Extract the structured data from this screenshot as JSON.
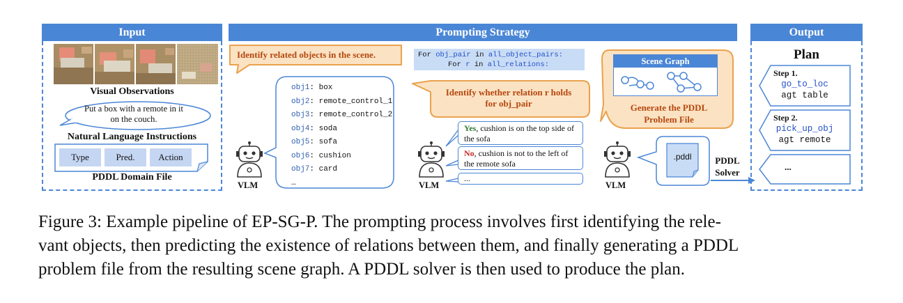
{
  "input": {
    "header": "Input",
    "visual_label": "Visual Observations",
    "instruction": "Put a box with a remote in it on the couch.",
    "nl_label": "Natural Language Instructions",
    "domain_cells": [
      "Type",
      "Pred.",
      "Action"
    ],
    "domain_label": "PDDL Domain File"
  },
  "strategy": {
    "header": "Prompting Strategy",
    "prompt1": "Identify related objects in the scene.",
    "objects": [
      {
        "key": "obj1",
        "value": "box"
      },
      {
        "key": "obj2",
        "value": "remote_control_1"
      },
      {
        "key": "obj3",
        "value": "remote_control_2"
      },
      {
        "key": "obj4",
        "value": "soda"
      },
      {
        "key": "obj5",
        "value": "sofa"
      },
      {
        "key": "obj6",
        "value": "cushion"
      },
      {
        "key": "obj7",
        "value": "card"
      }
    ],
    "objects_more": "…",
    "code_line1_pre": "For ",
    "code_line1_var": "obj_pair",
    "code_line1_in": " in ",
    "code_line1_set": "all_object_pairs:",
    "code_line2_pre": "For ",
    "code_line2_var": "r",
    "code_line2_in": " in ",
    "code_line2_set": "all_relations:",
    "prompt2": "Identify whether relation r holds for obj_pair",
    "resp_yes": "Yes",
    "resp_yes_text": ", cushion is on the top side of the sofa",
    "resp_no": "No",
    "resp_no_text": ", cushion is not to the left of the remote sofa",
    "resp_more": "...",
    "scene_graph_title": "Scene Graph",
    "prompt3": "Generate the PDDL Problem File",
    "file_label": ".pddl",
    "solver_label": "PDDL Solver",
    "vlm_label": "VLM"
  },
  "output": {
    "header": "Output",
    "plan_title": "Plan",
    "steps": [
      {
        "label": "Step 1.",
        "fn": "go_to_loc",
        "arg": "agt table"
      },
      {
        "label": "Step 2.",
        "fn": "pick_up_obj",
        "arg": "agt remote"
      }
    ],
    "more": "..."
  },
  "caption": {
    "line1": "Figure 3: Example pipeline of EP-SG-P. The prompting process involves first identifying the rele-",
    "line2": "vant objects, then predicting the existence of relations between them, and finally generating a PDDL",
    "line3": "problem file from the resulting scene graph. A PDDL solver is then used to produce the plan."
  },
  "colors": {
    "header_blue": "#4a86d6",
    "orange_fill": "#fbe2c2",
    "orange_border": "#e9a24d",
    "prompt_text": "#b5470f",
    "code_bg": "#c9dcf6",
    "yes_green": "#2e7d32",
    "no_red": "#c62828"
  }
}
